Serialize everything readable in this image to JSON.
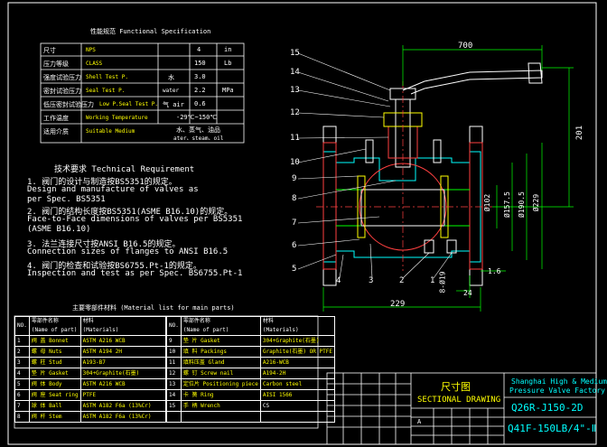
{
  "spec": {
    "title": "性能规范 Functional Specification",
    "rows": [
      {
        "label": "尺寸",
        "key": "NPS",
        "value": "4",
        "unit": "in"
      },
      {
        "label": "压力等级",
        "key": "CLASS",
        "value": "150",
        "unit": "Lb"
      },
      {
        "label": "强度试验压力",
        "key": "Shell Test P.",
        "medium": "水",
        "value": "3.0",
        "unit": "MPa"
      },
      {
        "label": "密封试验压力",
        "key": "Seal Test P.",
        "medium": "water",
        "value": "2.2",
        "unit": ""
      },
      {
        "label": "低压密封试验压力",
        "key": "Low P.Seal Test P.",
        "medium": "气 air",
        "value": "0.6",
        "unit": ""
      },
      {
        "label": "工作温度",
        "key": "Working Temperature",
        "value": "-29℃~150℃"
      },
      {
        "label": "适用介质",
        "key": "Suitable Medium",
        "value": "水、蒸气、油品",
        "value2": "ater、steam、oil"
      }
    ]
  },
  "requirements": {
    "title": "技术要求 Technical Requirement",
    "lines": [
      "1. 阀门的设计与制造按BS5351的规定。",
      "   Design and manufacture of valves as",
      "per Spec. BS5351",
      "2. 阀门的结构长度按BS5351(ASME B16.10)的规定。",
      "   Face-to-Face dimensions of valves per BS5351",
      "(ASME B16.10)",
      "3. 法兰连接尺寸按ANSI B16.5的规定。",
      "   Connection sizes of flanges to ANSI B16.5",
      "4. 阀门的检查和试验按BS6755.Pt-1的规定。",
      "   Inspection and test as per Spec. BS6755.Pt-1"
    ]
  },
  "materials": {
    "title": "主要零部件材料 (Material list for main parts)",
    "headers": {
      "no": "NO.",
      "name": "零部件名称",
      "name_en": "(Name of part)",
      "mat": "材料",
      "mat_en": "(Materials)"
    },
    "left": [
      {
        "no": "1",
        "name": "阀  盖",
        "name_en": "Bonnet",
        "mat": "ASTM A216 WCB"
      },
      {
        "no": "2",
        "name": "螺  母",
        "name_en": "Nuts",
        "mat": "ASTM A194 2H"
      },
      {
        "no": "3",
        "name": "螺  柱",
        "name_en": "Stud",
        "mat": "A193-B7"
      },
      {
        "no": "4",
        "name": "垫  片",
        "name_en": "Gasket",
        "mat": "304+Graphite(石墨)"
      },
      {
        "no": "5",
        "name": "阀  体",
        "name_en": "Body",
        "mat": "ASTM A216 WCB"
      },
      {
        "no": "6",
        "name": "阀  座",
        "name_en": "Seat ring",
        "mat": "PTFE"
      },
      {
        "no": "7",
        "name": "球  体",
        "name_en": "Ball",
        "mat": "ASTM A182 F6a (13%Cr)"
      },
      {
        "no": "8",
        "name": "阀  杆",
        "name_en": "Stem",
        "mat": "ASTM A182 F6a (13%Cr)"
      }
    ],
    "right": [
      {
        "no": "9",
        "name": "垫  片",
        "name_en": "Gasket",
        "mat": "304+Graphite(石墨)"
      },
      {
        "no": "10",
        "name": "填  料",
        "name_en": "Packings",
        "mat": "Graphite(石墨) OR PTFE"
      },
      {
        "no": "11",
        "name": "填料压盖",
        "name_en": "Gland",
        "mat": "A216-WCB"
      },
      {
        "no": "12",
        "name": "螺  钉",
        "name_en": "Screw nail",
        "mat": "A194-2H"
      },
      {
        "no": "13",
        "name": "定位片",
        "name_en": "Positioning piece",
        "mat": "Carbon steel"
      },
      {
        "no": "14",
        "name": "卡  簧",
        "name_en": "Ring",
        "mat": "AISI 1566"
      },
      {
        "no": "15",
        "name": "手  柄",
        "name_en": "Wrench",
        "mat": "CS"
      }
    ]
  },
  "drawing": {
    "dims": {
      "top": "700",
      "right": "201",
      "bottom": "229",
      "d1": "Ø102",
      "d2": "Ø157.5",
      "d3": "Ø190.5",
      "d4": "Ø229",
      "flange_t": "24",
      "raised": "1.6",
      "bolts": "8-Ø19"
    },
    "callouts_left": [
      "15",
      "14",
      "13",
      "12",
      "11",
      "10",
      "9",
      "8",
      "7",
      "6",
      "5"
    ],
    "callouts_bottom": [
      "4",
      "3",
      "2",
      "1"
    ]
  },
  "title_block": {
    "drawing_name": "尺寸图",
    "drawing_name_en": "SECTIONAL DRAWING",
    "company": "Shanghai High & Medium",
    "company2": "Pressure Valve Factory",
    "model": "Q26R-J150-2D",
    "model2": "Q41F-150LB/4\"-Ⅱ",
    "mark": "A"
  }
}
